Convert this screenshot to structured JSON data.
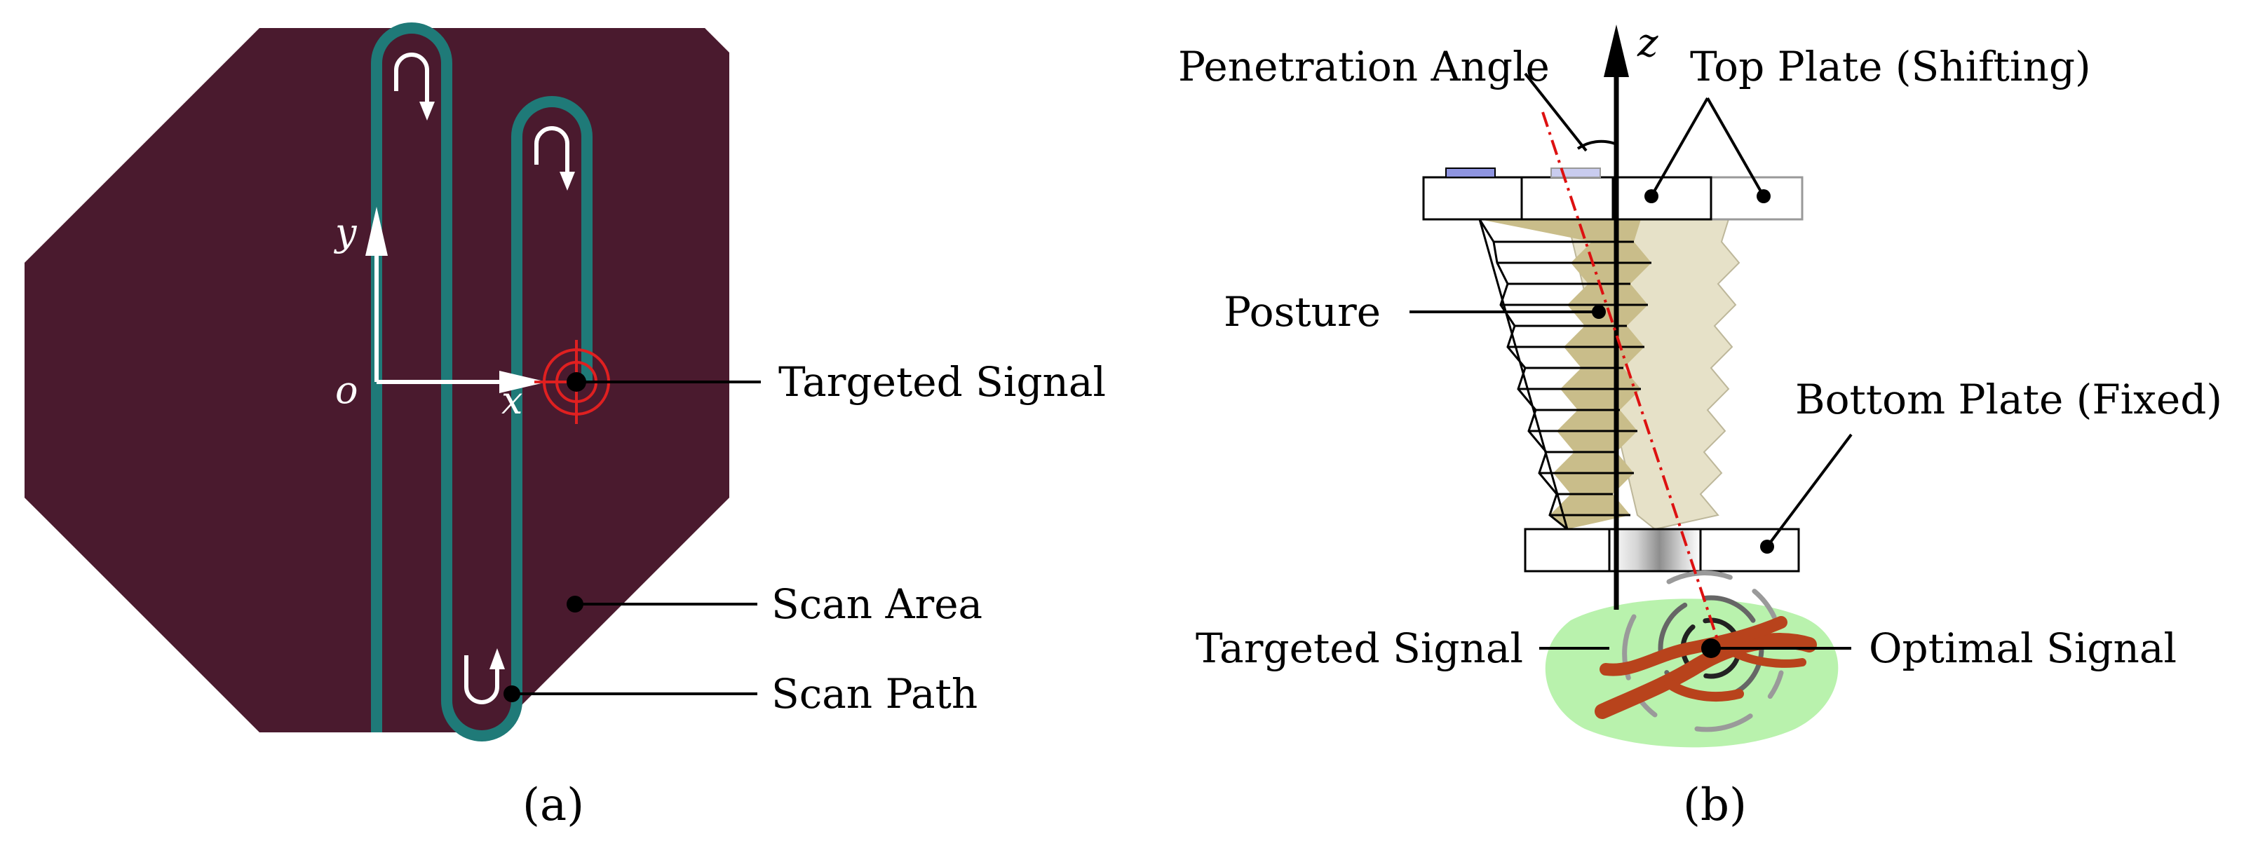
{
  "panel_a": {
    "caption": "(a)",
    "axis_x": "x",
    "axis_y": "y",
    "origin": "o",
    "labels": {
      "targeted_signal": "Targeted Signal",
      "scan_area": "Scan Area",
      "scan_path": "Scan Path"
    }
  },
  "panel_b": {
    "caption": "(b)",
    "axis_z": "z",
    "labels": {
      "penetration_angle": "Penetration Angle",
      "top_plate": "Top Plate (Shifting)",
      "posture": "Posture",
      "bottom_plate": "Bottom Plate (Fixed)",
      "targeted_signal": "Targeted Signal",
      "optimal_signal": "Optimal Signal"
    }
  },
  "colors": {
    "scan_area": "#4a1a2e",
    "scan_path": "#1f7a78",
    "target_marker": "#e02020",
    "posture_fill": "#c9bd8a",
    "posture_shadow": "#e6e1c8",
    "tissue": "#b9f2ad",
    "vessel": "#b8431c",
    "penetration_line": "#dd1111",
    "plate_marker": "#8e94e0"
  }
}
